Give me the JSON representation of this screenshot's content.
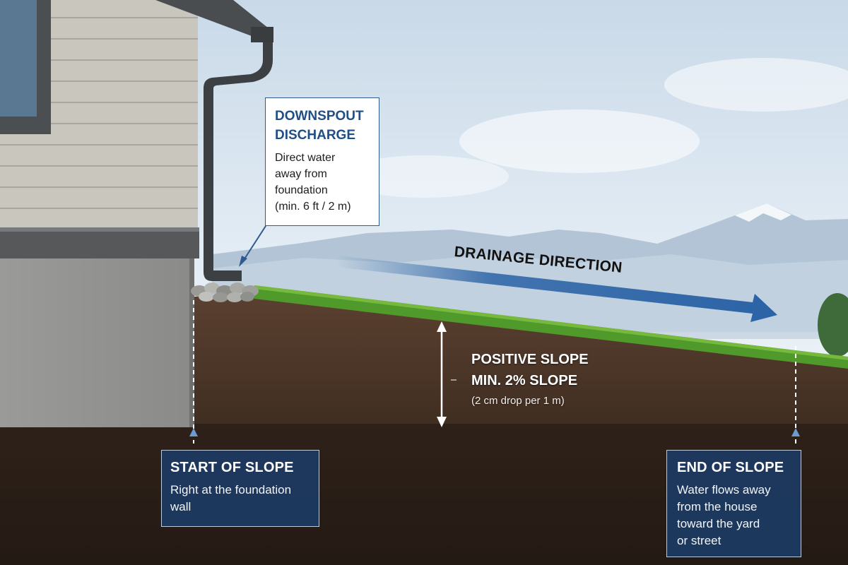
{
  "callouts": {
    "downspout": {
      "title_line1": "DOWNSPOUT",
      "title_line2": "DISCHARGE",
      "body_line1": "Direct water",
      "body_line2": "away from",
      "body_line3": "foundation",
      "body_line4": "(min. 6 ft / 2 m)"
    },
    "start": {
      "title": "START OF SLOPE",
      "body_line1": "Right at the foundation",
      "body_line2": "wall"
    },
    "end": {
      "title": "END OF SLOPE",
      "body_line1": "Water flows away",
      "body_line2": "from the house",
      "body_line3": "toward the yard",
      "body_line4": "or street"
    }
  },
  "drainage": {
    "label": "DRAINAGE DIRECTION"
  },
  "slope": {
    "line1": "POSITIVE SLOPE",
    "line2": "MIN. 2% SLOPE",
    "line3": "(2 cm drop per 1 m)"
  },
  "colors": {
    "accent_blue": "#2b63a6",
    "callout_fill": "#1c3a62",
    "grass": "#4f9a2a",
    "soil": "#4a3526",
    "sky": "#dfe9f2"
  }
}
